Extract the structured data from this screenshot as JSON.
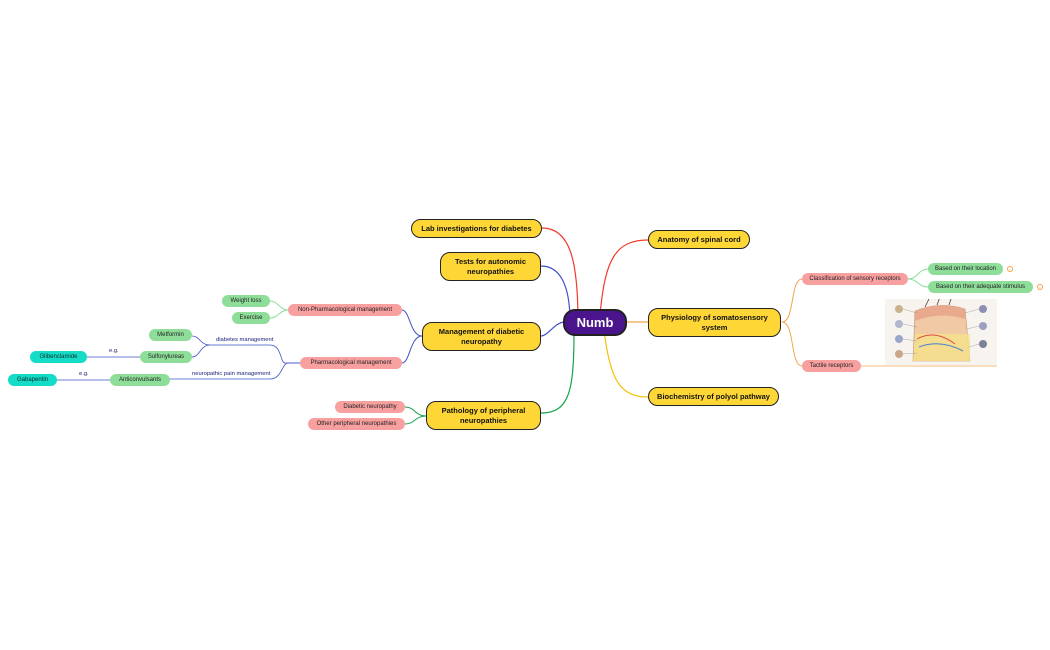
{
  "root": "Numb",
  "main_topics": {
    "lab": "Lab investigations for diabetes",
    "autonomic": "Tests for autonomic neuropathies",
    "management": "Management of diabetic neuropathy",
    "pathology": "Pathology of peripheral neuropathies",
    "anatomy": "Anatomy of spinal cord",
    "physiology": "Physiology of somatosensory system",
    "biochem": "Biochemistry of polyol pathway"
  },
  "subtopics": {
    "non_pharm": "Non-Pharmacological management",
    "pharm": "Pharmacological management",
    "weight_loss": "Weight loss",
    "exercise": "Exercise",
    "metformin": "Metformin",
    "sulfonylureas": "Sulfonylureas",
    "glibenclamide": "Glibenclamide",
    "anticonvulsants": "Anticonvulsants",
    "gabapentin": "Gabapentin",
    "diabetic_neuropathy": "Diabetic neuropathy",
    "other_neuropathies": "Other peripheral neuropathies",
    "classification": "Classification of sensory receptors",
    "by_location": "Based on their location",
    "by_stimulus": "Based on their adequate stimulus",
    "tactile": "Tactile receptors"
  },
  "labels": {
    "diabetes_management": "diabetes management",
    "pain_management": "neuropathic pain management",
    "eg1": "e.g.",
    "eg2": "e.g."
  },
  "colors": {
    "root": "#4a148c",
    "main": "#fed737",
    "pink": "#f8a0a0",
    "green": "#8ede9a",
    "cyan": "#14dcc6",
    "branch_red": "#ef3b2c",
    "branch_blue": "#3f51c9",
    "branch_green": "#16a34a",
    "branch_orange": "#f2a54a",
    "branch_yellow": "#f4c20d"
  }
}
